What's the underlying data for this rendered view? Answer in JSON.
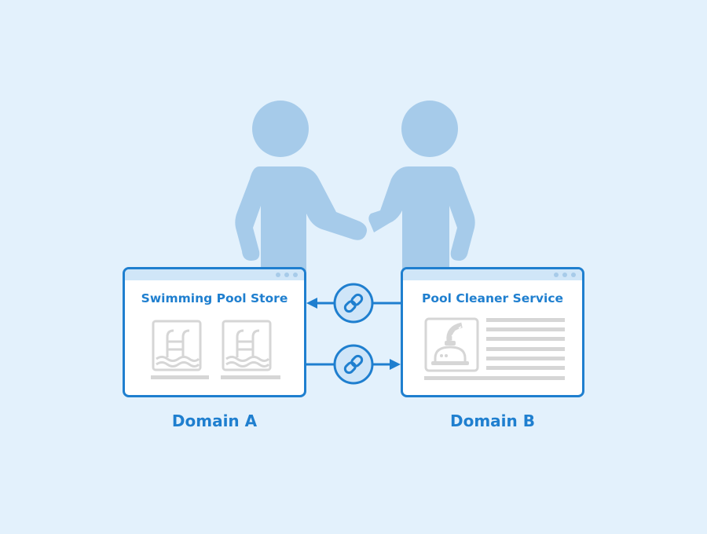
{
  "diagram": {
    "theme": {
      "background": "#e3f1fc",
      "accent": "#1f7fcf",
      "people_fill": "#a6cbea",
      "placeholder_gray": "#d6d6d6"
    },
    "people": [
      {
        "name": "person-left",
        "role": "partner-a"
      },
      {
        "name": "person-right",
        "role": "partner-b"
      }
    ],
    "domain_a": {
      "label": "Domain A",
      "window_title": "Swimming Pool Store",
      "icons": [
        "pool-ladder-icon",
        "pool-ladder-icon"
      ]
    },
    "domain_b": {
      "label": "Domain B",
      "window_title": "Pool Cleaner Service",
      "icons": [
        "pool-cleaner-icon"
      ]
    },
    "links": [
      {
        "from": "Domain B",
        "to": "Domain A",
        "icon": "chain-link-icon",
        "direction": "left"
      },
      {
        "from": "Domain A",
        "to": "Domain B",
        "icon": "chain-link-icon",
        "direction": "right"
      }
    ]
  }
}
